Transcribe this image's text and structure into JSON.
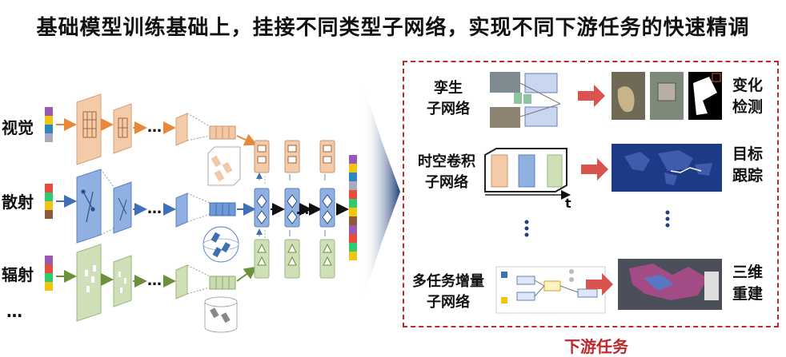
{
  "title": "基础模型训练基础上，挂接不同类型子网络，实现不同下游任务的快速精调",
  "inputs": [
    "视觉",
    "散射",
    "辐射",
    "…"
  ],
  "subnets": [
    {
      "line1": "孪生",
      "line2": "子网络"
    },
    {
      "line1": "时空卷积",
      "line2": "子网络"
    },
    {
      "line1": "多任务增量",
      "line2": "子网络"
    }
  ],
  "tasks": [
    {
      "line1": "变化",
      "line2": "检测"
    },
    {
      "line1": "目标",
      "line2": "跟踪"
    },
    {
      "line1": "三维",
      "line2": "重建"
    }
  ],
  "time_axis": "t",
  "downstream": "下游任务",
  "colors": {
    "vision": "#f2c8a6",
    "scatter": "#7fa4d8",
    "radiation": "#c9dcb0",
    "accent": "#c0282d"
  }
}
